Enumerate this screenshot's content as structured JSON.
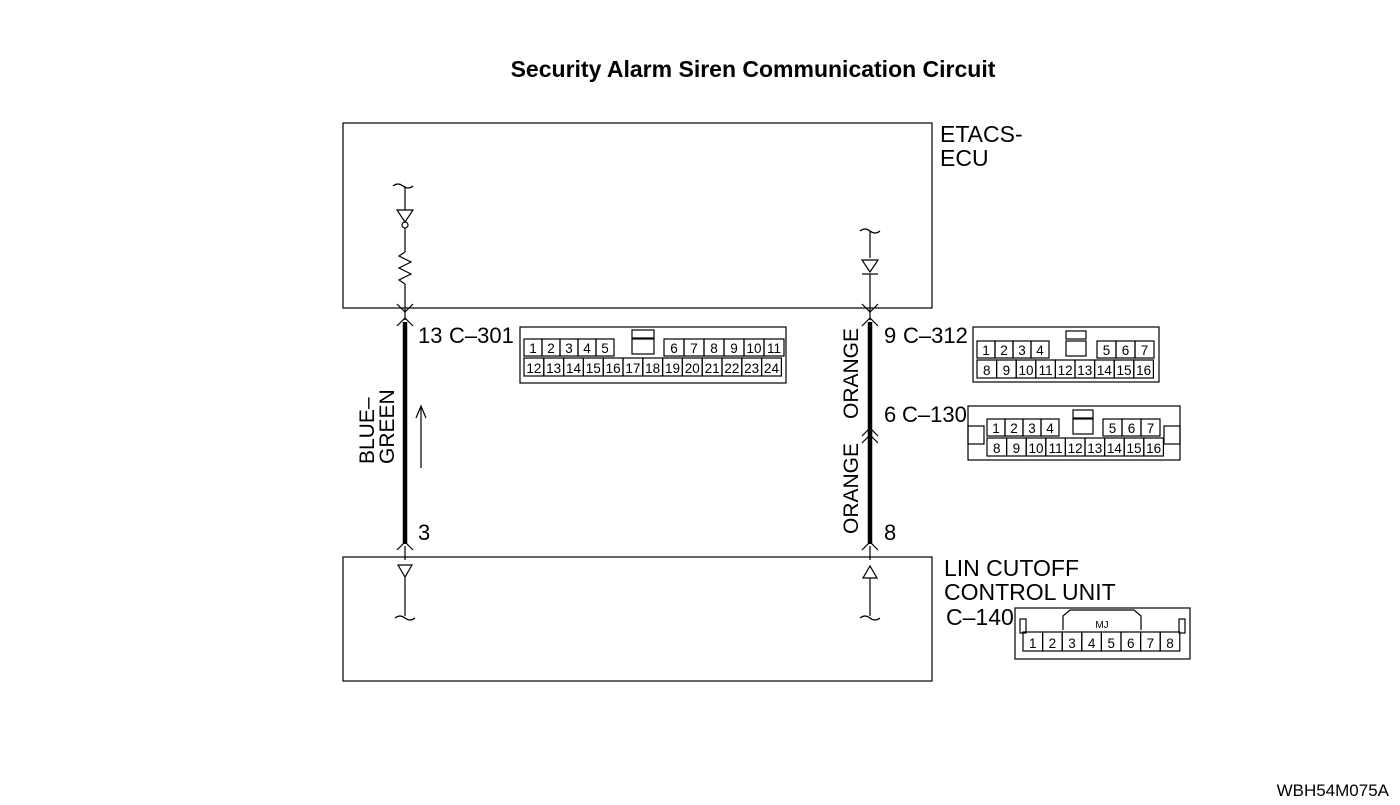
{
  "title": "Security Alarm Siren Communication Circuit",
  "components": {
    "upper": {
      "line1": "ETACS-",
      "line2": "ECU"
    },
    "lower": {
      "line1": "LIN CUTOFF",
      "line2": "CONTROL UNIT",
      "connector": "C–140"
    }
  },
  "left_circuit": {
    "top_pin": "13",
    "top_connector": "C–301",
    "wire_color_line1": "BLUE–",
    "wire_color_line2": "GREEN",
    "bottom_pin": "3"
  },
  "right_circuit": {
    "top_pin": "9",
    "top_connector": "C–312",
    "wire_color_upper": "ORANGE",
    "mid_pin": "6",
    "mid_connector": "C–130",
    "wire_color_lower": "ORANGE",
    "bottom_pin": "8"
  },
  "connector_faces": {
    "c301": {
      "row1": [
        "1",
        "2",
        "3",
        "4",
        "5",
        "6",
        "7",
        "8",
        "9",
        "10",
        "11"
      ],
      "row2": [
        "12",
        "13",
        "14",
        "15",
        "16",
        "17",
        "18",
        "19",
        "20",
        "21",
        "22",
        "23",
        "24"
      ]
    },
    "c312": {
      "row1": [
        "1",
        "2",
        "3",
        "4",
        "5",
        "6",
        "7"
      ],
      "row2": [
        "8",
        "9",
        "10",
        "11",
        "12",
        "13",
        "14",
        "15",
        "16"
      ]
    },
    "c130": {
      "row1": [
        "1",
        "2",
        "3",
        "4",
        "5",
        "6",
        "7"
      ],
      "row2": [
        "8",
        "9",
        "10",
        "11",
        "12",
        "13",
        "14",
        "15",
        "16"
      ]
    },
    "c140": {
      "label": "MJ",
      "row1": [
        "1",
        "2",
        "3",
        "4",
        "5",
        "6",
        "7",
        "8"
      ]
    }
  },
  "figure_code": "WBH54M075A"
}
